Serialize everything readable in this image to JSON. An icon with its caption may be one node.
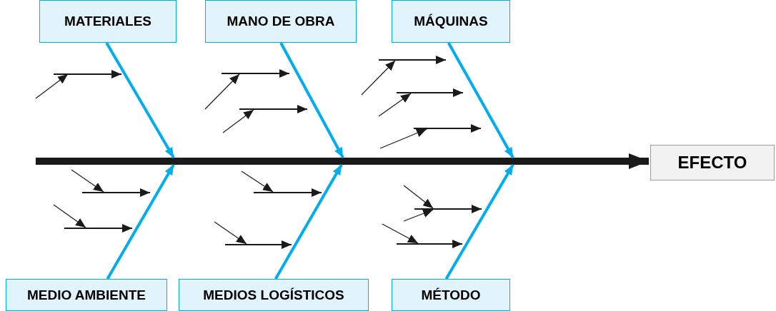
{
  "diagram": {
    "nodes": [
      {
        "text": [
          "MATERIALES"
        ]
      },
      {
        "text": [
          "MANO DE OBRA"
        ]
      },
      {
        "text": [
          "MÁQUINAS"
        ]
      },
      {
        "text": [
          "EFECTO"
        ]
      },
      {
        "text": [
          "MEDIO AMBIENTE"
        ]
      },
      {
        "text": [
          "MEDIOS LOGÍSTICOS"
        ]
      },
      {
        "text": [
          "MÉTODO"
        ]
      }
    ],
    "edges": [
      {
        "from": null,
        "to": 3,
        "arrow": "to",
        "style": "thick",
        "color": "#1a1a1a"
      },
      {
        "from": 0,
        "to": null,
        "arrow": "to"
      },
      {
        "from": 1,
        "to": null,
        "arrow": "to"
      },
      {
        "from": 2,
        "to": null,
        "arrow": "to"
      },
      {
        "from": 4,
        "to": null,
        "arrow": "to"
      },
      {
        "from": 5,
        "to": null,
        "arrow": "to"
      },
      {
        "from": 6,
        "to": null,
        "arrow": "to"
      }
    ]
  }
}
